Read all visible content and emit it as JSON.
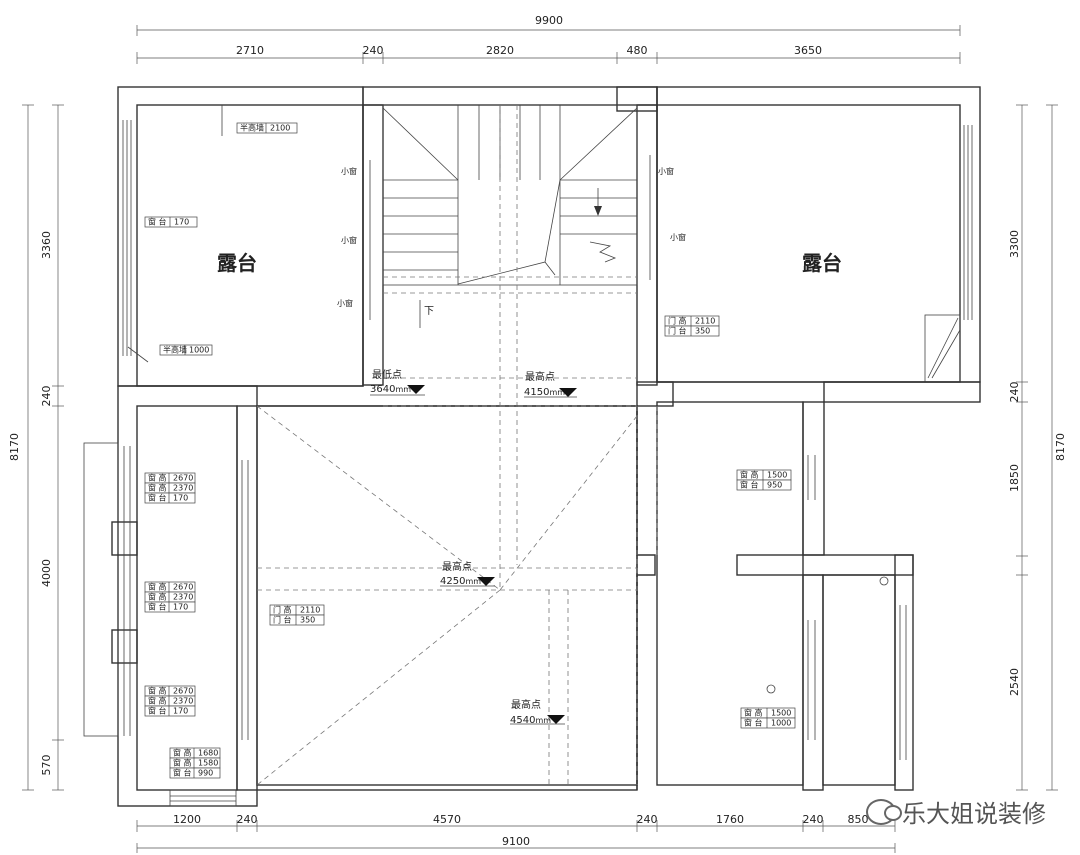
{
  "dimensions": {
    "top_total": "9900",
    "top_segments": [
      "2710",
      "240",
      "2820",
      "480",
      "3650"
    ],
    "bottom_total": "9100",
    "bottom_segments": [
      "1200",
      "240",
      "4570",
      "240",
      "1760",
      "240",
      "850"
    ],
    "left_total": "8170",
    "left_segments": [
      "3360",
      "240",
      "4000",
      "570"
    ],
    "right_total": "8170",
    "right_segments": [
      "3300",
      "240",
      "1850",
      "2540"
    ]
  },
  "rooms": {
    "terrace_left": "露台",
    "terrace_right": "露台"
  },
  "small_window": "小窗",
  "down_label": "下",
  "level_markers": [
    {
      "label": "最低点",
      "value": "3640"
    },
    {
      "label": "最高点",
      "value": "4150"
    },
    {
      "label": "最高点",
      "value": "4250"
    },
    {
      "label": "最高点",
      "value": "4540"
    }
  ],
  "level_unit": "mm",
  "spec_tags": [
    {
      "rows": [
        [
          "半高墙",
          "2100"
        ]
      ]
    },
    {
      "rows": [
        [
          "窗 台",
          "170"
        ]
      ]
    },
    {
      "rows": [
        [
          "半高墙",
          "1000"
        ]
      ]
    },
    {
      "rows": [
        [
          "门 高",
          "2110"
        ],
        [
          "门 台",
          "350"
        ]
      ]
    },
    {
      "rows": [
        [
          "窗 高",
          "2670"
        ],
        [
          "窗 高",
          "2370"
        ],
        [
          "窗 台",
          "170"
        ]
      ]
    },
    {
      "rows": [
        [
          "窗 高",
          "2670"
        ],
        [
          "窗 高",
          "2370"
        ],
        [
          "窗 台",
          "170"
        ]
      ]
    },
    {
      "rows": [
        [
          "窗 高",
          "2670"
        ],
        [
          "窗 高",
          "2370"
        ],
        [
          "窗 台",
          "170"
        ]
      ]
    },
    {
      "rows": [
        [
          "窗 高",
          "1680"
        ],
        [
          "窗 高",
          "1580"
        ],
        [
          "窗 台",
          "990"
        ]
      ]
    },
    {
      "rows": [
        [
          "门 高",
          "2110"
        ],
        [
          "门 台",
          "350"
        ]
      ]
    },
    {
      "rows": [
        [
          "窗 高",
          "1500"
        ],
        [
          "窗 台",
          "950"
        ]
      ]
    },
    {
      "rows": [
        [
          "窗 高",
          "1500"
        ],
        [
          "窗 台",
          "1000"
        ]
      ]
    }
  ],
  "watermark": "乐大姐说装修"
}
